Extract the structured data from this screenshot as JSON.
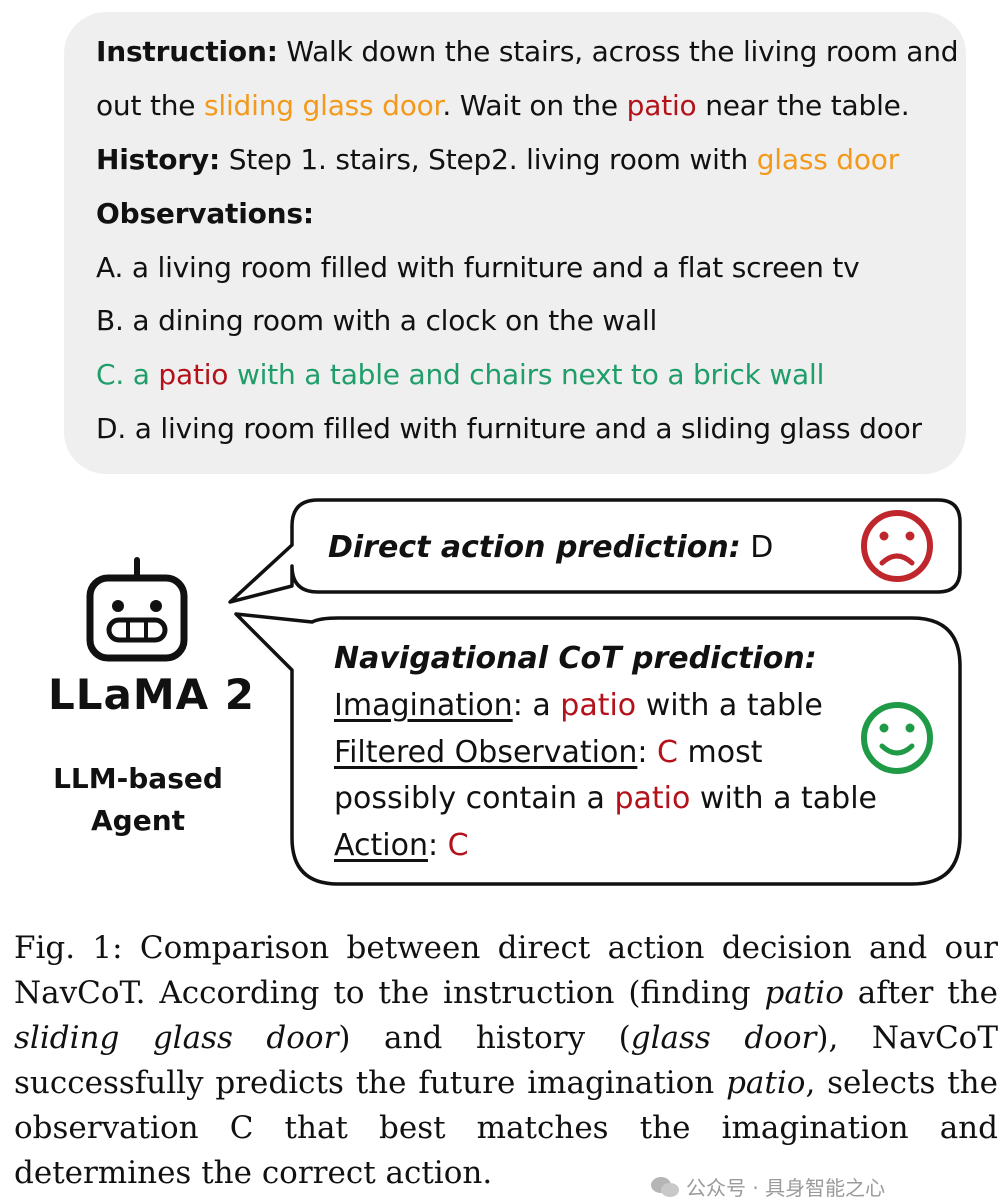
{
  "panel": {
    "instruction_label": "Instruction:",
    "instruction_1": "Walk down the stairs, across the living room and",
    "instruction_2a": "out the",
    "instruction_2b": "sliding glass door",
    "instruction_2c": ". Wait on the",
    "instruction_2d": "patio",
    "instruction_2e": "near the table.",
    "history_label": "History:",
    "history_text": "Step 1. stairs, Step2. living room with",
    "history_highlight": "glass door",
    "observations_label": "Observations:",
    "obs_a": "A. a living room filled with furniture and a flat screen tv",
    "obs_b": "B. a dining room with a clock on the wall",
    "obs_c1": "C. a",
    "obs_c2": "patio",
    "obs_c3": "with a table and chairs next to a brick wall",
    "obs_d": "D. a living room filled with furniture and a sliding glass door"
  },
  "agent": {
    "model": "LLaMA 2",
    "label_1": "LLM-based",
    "label_2": "Agent"
  },
  "direct": {
    "label": "Direct action prediction:",
    "value": "D"
  },
  "cot": {
    "label": "Navigational CoT prediction:",
    "imagination_label": "Imagination",
    "imagination_text_1": ": a",
    "imagination_patio": "patio",
    "imagination_text_2": "with a table",
    "filtered_label": "Filtered Observation",
    "filtered_colon": ":",
    "filtered_c": "C",
    "filtered_text_1": "most",
    "filtered_text_2": "possibly contain a",
    "filtered_patio": "patio",
    "filtered_text_3": "with a table",
    "action_label": "Action",
    "action_colon": ":",
    "action_value": "C"
  },
  "caption": {
    "p1": "Fig. 1: Comparison between direct action decision and our NavCoT. According to the instruction (finding ",
    "i1": "patio",
    "p2": " after the ",
    "i2": "sliding glass door",
    "p3": ") and history (",
    "i3": "glass door",
    "p4": "), NavCoT successfully predicts the future imagination ",
    "i4": "patio",
    "p5": ", selects the observation C that best matches the imagination and determines the correct action."
  },
  "watermark": "公众号 · 具身智能之心",
  "colors": {
    "orange": "#f39a1c",
    "red": "#b4121b",
    "green": "#1f9e6a",
    "sad_face": "#c0272d",
    "happy_face": "#1f9a47"
  }
}
